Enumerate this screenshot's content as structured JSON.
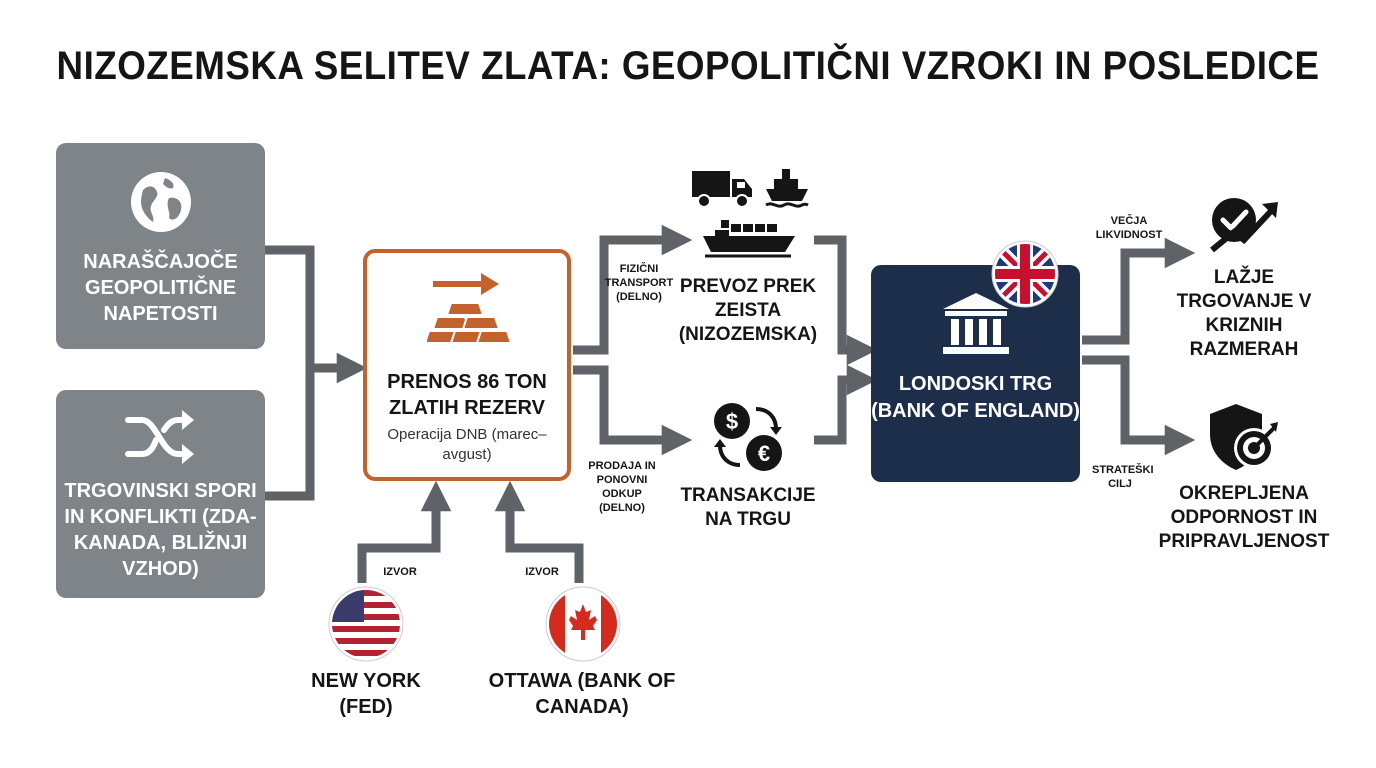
{
  "title": "NIZOZEMSKA SELITEV ZLATA: GEOPOLITIČNI VZROKI IN POSLEDICE",
  "causes": {
    "tensions": "NARAŠČAJOČE GEOPOLITIČNE NAPETOSTI",
    "disputes": "TRGOVINSKI SPORI IN KONFLIKTI (ZDA-KANADA, BLIŽNJI VZHOD)"
  },
  "center": {
    "main": "PRENOS 86 TON ZLATIH REZERV",
    "sub": "Operacija DNB (marec–avgust)"
  },
  "sources": {
    "izvor_label": "IZVOR",
    "ny": "NEW YORK (FED)",
    "ottawa": "OTTAWA (BANK OF CANADA)"
  },
  "routes": {
    "transport_edge": "FIZIČNI TRANSPORT (DELNO)",
    "sale_edge": "PRODAJA IN PONOVNI ODKUP (DELNO)",
    "transport": "PREVOZ PREK ZEISTA (NIZOZEMSKA)",
    "transactions": "TRANSAKCIJE NA TRGU"
  },
  "london": "LONDOSKI TRG (BANK OF ENGLAND)",
  "outcomes": {
    "liquidity_edge": "VEČJA LIKVIDNOST",
    "strategic_edge": "STRATEŠKI CILJ",
    "trading": "LAŽJE TRGOVANJE V KRIZNIH RAZMERAH",
    "resilience": "OKREPLJENA ODPORNOST IN PRIPRAVLJENOST"
  },
  "colors": {
    "arrow": "#5f6266",
    "grey_box": "#7f8489",
    "accent": "#c4622d",
    "navy": "#1c2e4a"
  },
  "icons": [
    "globe-icon",
    "shuffle-icon",
    "arrow-right-icon",
    "gold-bars-icon",
    "truck-icon",
    "ship-icon",
    "currency-exchange-icon",
    "bank-icon",
    "uk-flag-icon",
    "us-flag-icon",
    "canada-flag-icon",
    "check-growth-icon",
    "shield-target-icon"
  ]
}
